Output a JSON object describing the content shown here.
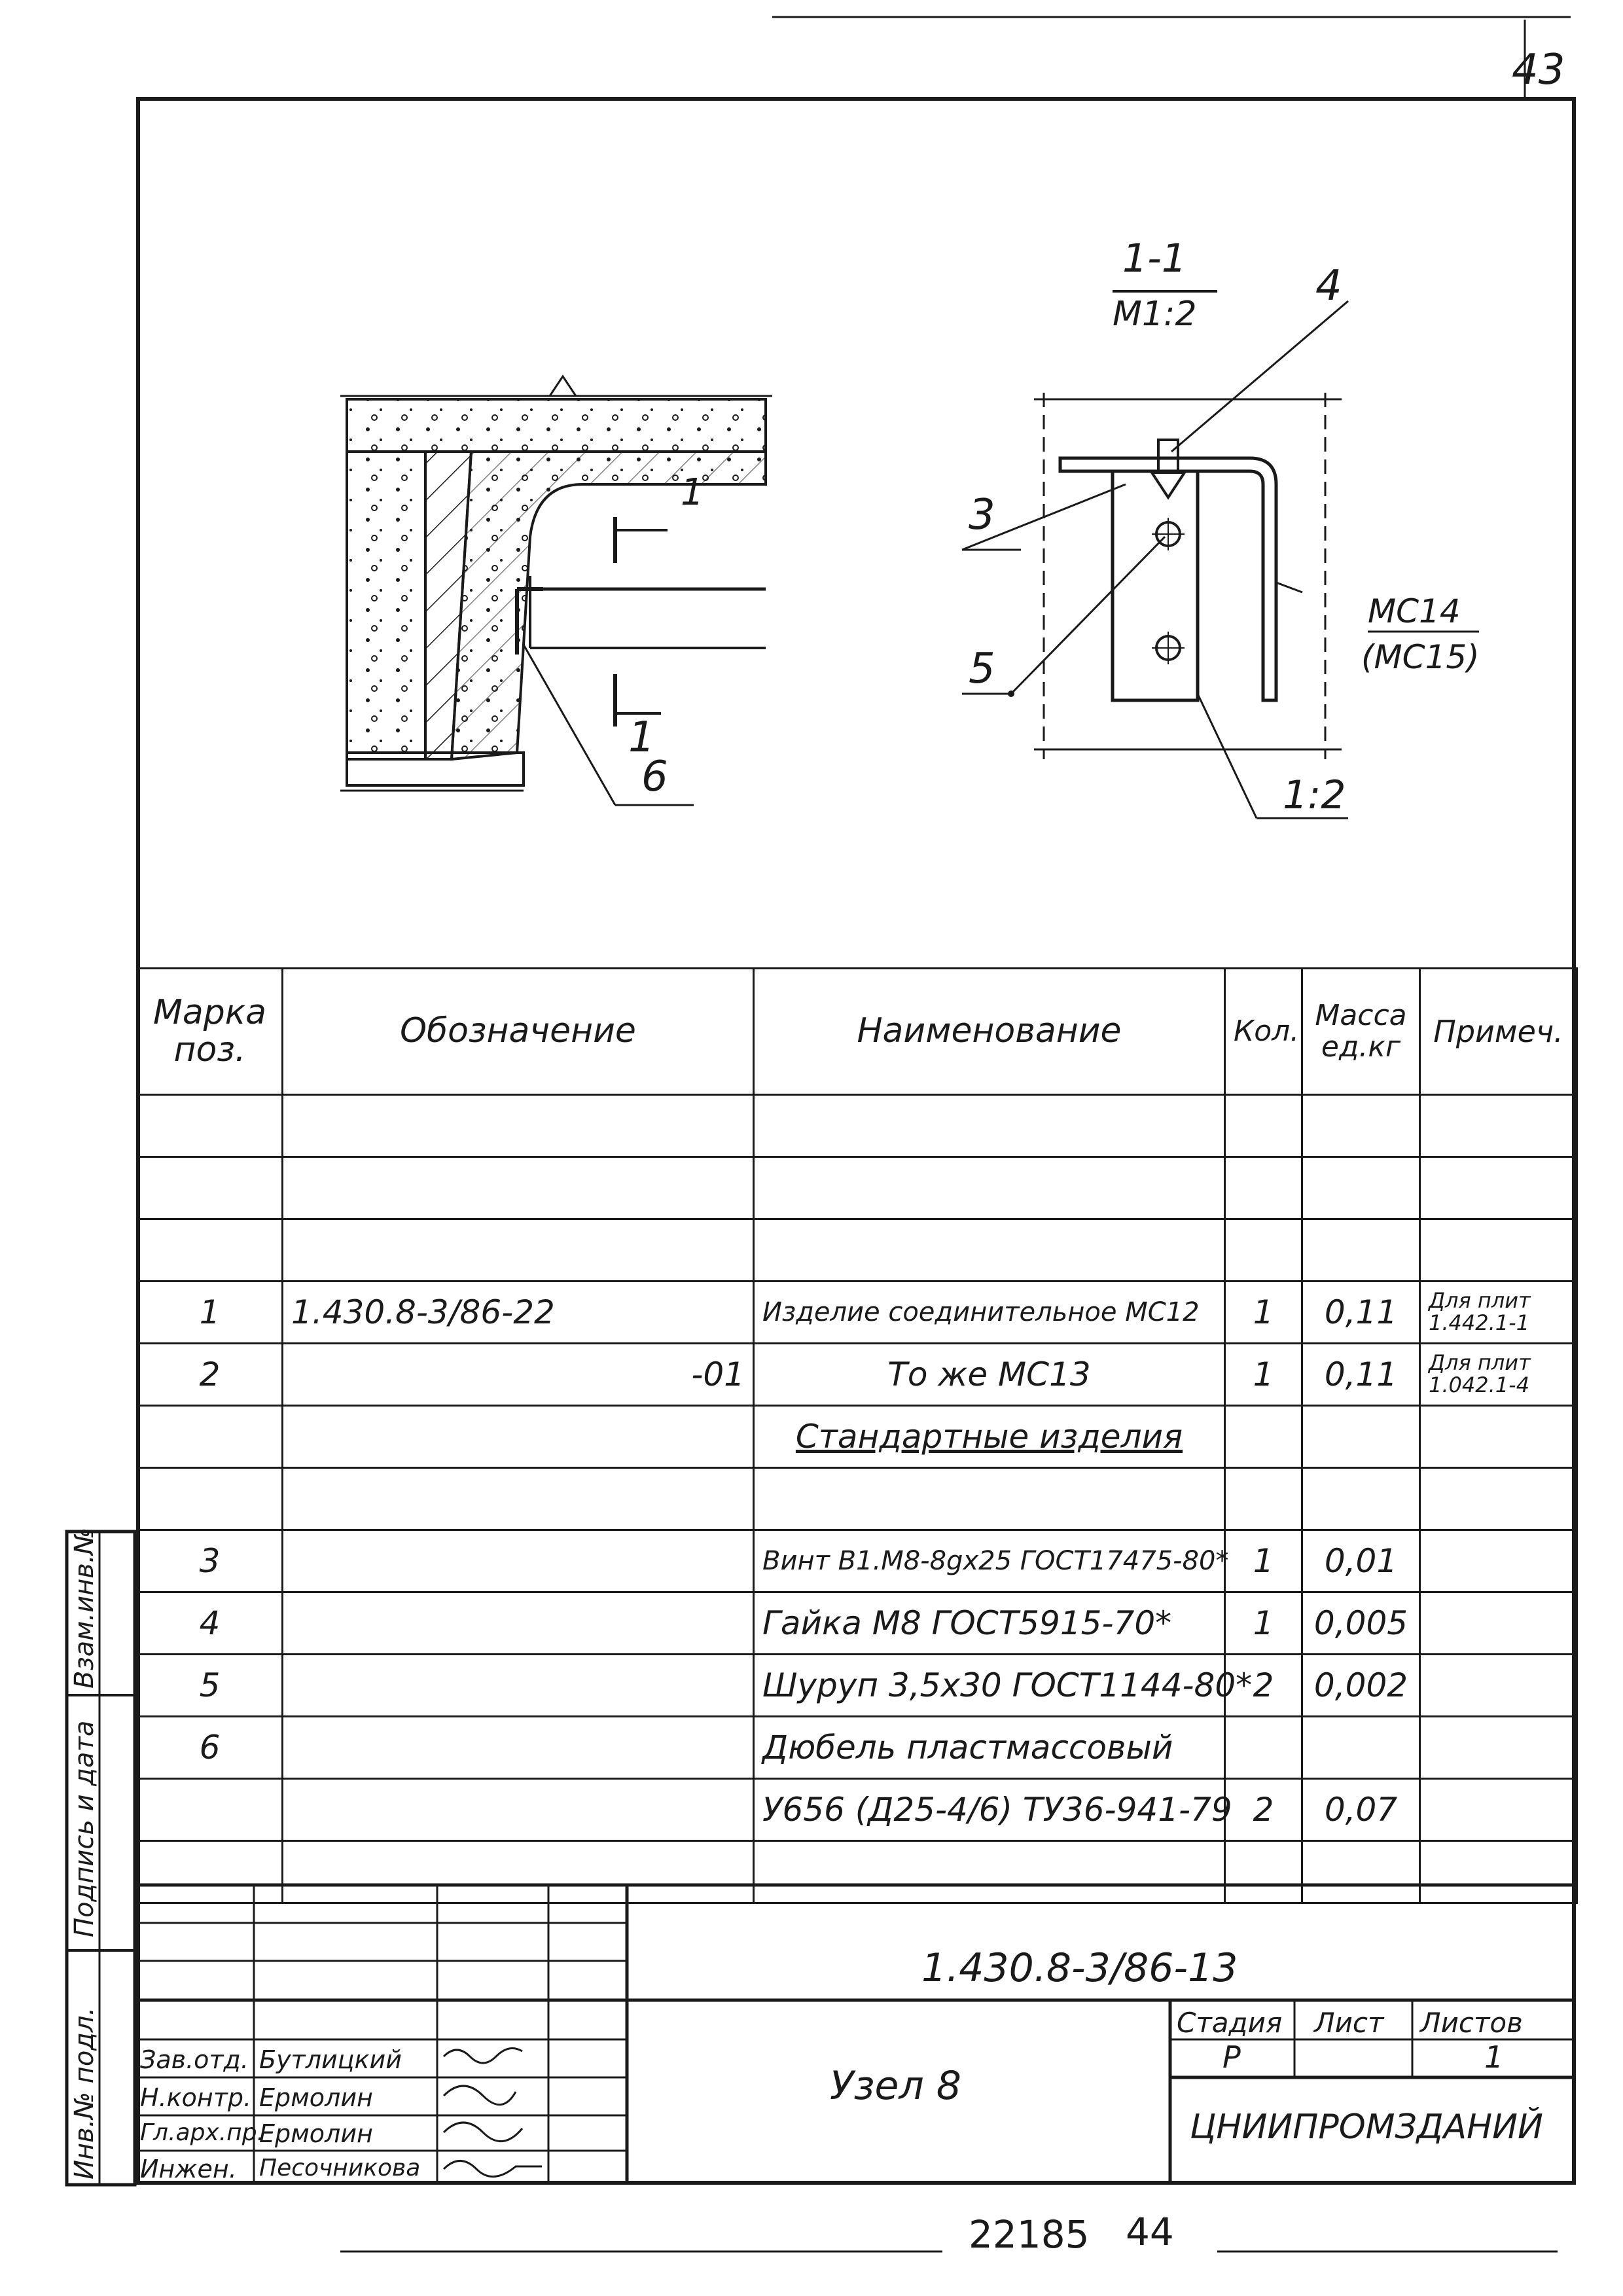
{
  "sheet_number": "43",
  "section": {
    "title": "1-1",
    "scale": "М1:2",
    "profile_label": "МС14",
    "profile_alt": "(МС15)",
    "plate_ratio": "1:2",
    "callouts": [
      "1",
      "1",
      "3",
      "4",
      "5",
      "6"
    ]
  },
  "spec_table": {
    "headers": {
      "mark": "Марка поз.",
      "designation": "Обозначение",
      "name": "Наименование",
      "qty": "Кол.",
      "mass": "Масса ед.кг",
      "note": "Примеч."
    },
    "rows": [
      {
        "mark": "",
        "designation": "",
        "name": "",
        "qty": "",
        "mass": "",
        "note": ""
      },
      {
        "mark": "",
        "designation": "",
        "name": "",
        "qty": "",
        "mass": "",
        "note": ""
      },
      {
        "mark": "",
        "designation": "",
        "name": "",
        "qty": "",
        "mass": "",
        "note": ""
      },
      {
        "mark": "1",
        "designation": "1.430.8-3/86-22",
        "name": "Изделие соединительное МС12",
        "qty": "1",
        "mass": "0,11",
        "note": "Для плит 1.442.1-1"
      },
      {
        "mark": "2",
        "designation": "-01",
        "name": "То же       МС13",
        "qty": "1",
        "mass": "0,11",
        "note": "Для плит 1.042.1-4"
      },
      {
        "mark": "",
        "designation": "",
        "name": "Стандартные изделия",
        "qty": "",
        "mass": "",
        "note": ""
      },
      {
        "mark": "",
        "designation": "",
        "name": "",
        "qty": "",
        "mass": "",
        "note": ""
      },
      {
        "mark": "3",
        "designation": "",
        "name": "Винт В1.М8-8gх25 ГОСТ17475-80*",
        "qty": "1",
        "mass": "0,01",
        "note": ""
      },
      {
        "mark": "4",
        "designation": "",
        "name": "Гайка М8 ГОСТ5915-70*",
        "qty": "1",
        "mass": "0,005",
        "note": ""
      },
      {
        "mark": "5",
        "designation": "",
        "name": "Шуруп 3,5х30 ГОСТ1144-80*",
        "qty": "2",
        "mass": "0,002",
        "note": ""
      },
      {
        "mark": "6",
        "designation": "",
        "name": "Дюбель пластмассовый",
        "qty": "",
        "mass": "",
        "note": ""
      },
      {
        "mark": "",
        "designation": "",
        "name": "У656 (Д25-4/6) ТУ36-941-79",
        "qty": "2",
        "mass": "0,07",
        "note": ""
      },
      {
        "mark": "",
        "designation": "",
        "name": "",
        "qty": "",
        "mass": "",
        "note": ""
      }
    ]
  },
  "title_block": {
    "doc_code": "1.430.8-3/86-13",
    "title": "Узел 8",
    "stage_label": "Стадия",
    "sheet_label": "Лист",
    "sheets_label": "Листов",
    "stage_value": "Р",
    "sheet_value": "",
    "sheets_value": "1",
    "organization": "ЦНИИПРОМЗДАНИЙ",
    "people": [
      {
        "role": "Зав.отд.",
        "name": "Бутлицкий"
      },
      {
        "role": "Н.контр.",
        "name": "Ермолин"
      },
      {
        "role": "Гл.арх.пр.",
        "name": "Ермолин"
      },
      {
        "role": "Инжен.",
        "name": "Песочникова"
      }
    ]
  },
  "sidebar": {
    "inv_orig": "Инв.№ подл.",
    "sign_date": "Подпись и дата",
    "replace_inv": "Взам.инв.№"
  },
  "footer": {
    "archive_number": "22185",
    "page": "44"
  },
  "colors": {
    "ink": "#1a1a1a",
    "paper": "#ffffff"
  }
}
